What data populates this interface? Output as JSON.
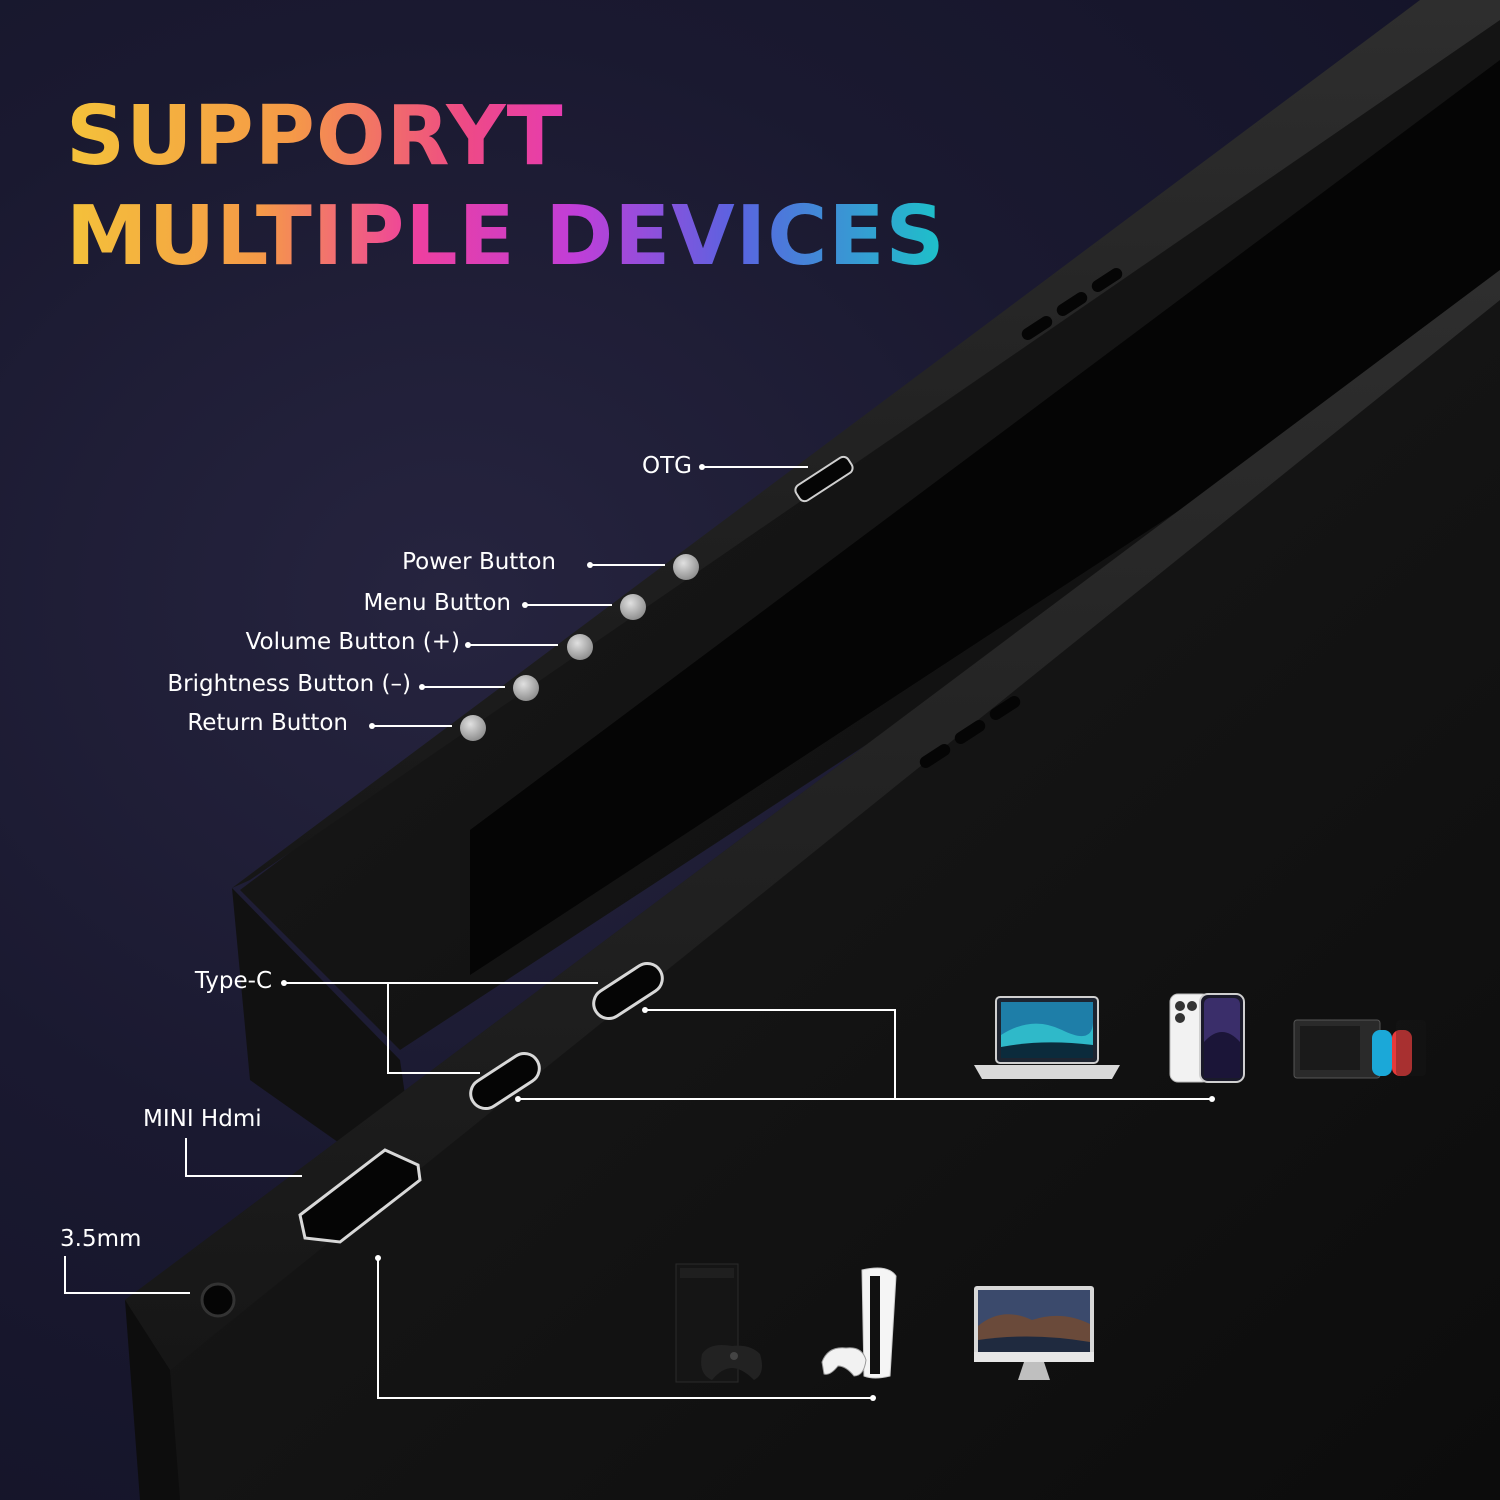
{
  "headline": {
    "line1": "SUPPORYT",
    "line2": "MULTIPLE DEVICES"
  },
  "ports": {
    "otg": "OTG",
    "power_button": "Power Button",
    "menu_button": "Menu Button",
    "volume_button": "Volume Button (+)",
    "brightness_button": "Brightness Button (–)",
    "return_button": "Return Button",
    "type_c": "Type-C",
    "mini_hdmi": "MINI Hdmi",
    "audio_jack": "3.5mm"
  },
  "devices": {
    "type_c_row": [
      "laptop-icon",
      "smartphone-icon",
      "game-console-switch-icon"
    ],
    "hdmi_row": [
      "xbox-console-icon",
      "playstation-console-icon",
      "desktop-monitor-icon"
    ]
  },
  "colors": {
    "background": "#1a1930",
    "bezel": "#141414",
    "gradient_yellow": "#f4c23a",
    "gradient_pink": "#ee3fa0",
    "gradient_purple": "#c03ed8",
    "gradient_teal": "#1cc3c9",
    "button_gray": "#b5b5b5"
  }
}
